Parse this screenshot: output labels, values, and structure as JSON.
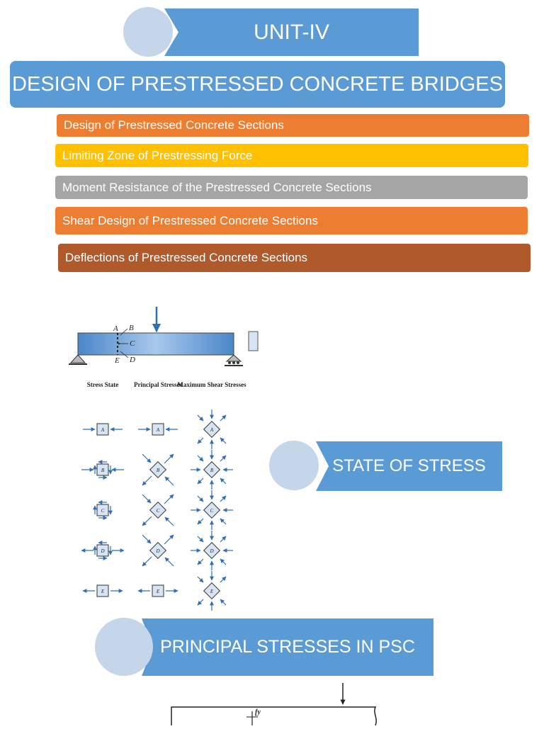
{
  "unit_banner": {
    "label": "UNIT-IV"
  },
  "main_title": {
    "label": "DESIGN OF PRESTRESSED CONCRETE BRIDGES"
  },
  "topics": [
    {
      "label": "Design of Prestressed Concrete Sections",
      "color": "#ed7d31"
    },
    {
      "label": "Limiting Zone of Prestressing Force",
      "color": "#ffc000"
    },
    {
      "label": "Moment Resistance of the Prestressed Concrete Sections",
      "color": "#a5a5a5"
    },
    {
      "label": "Shear Design of Prestressed Concrete Sections",
      "color": "#ed7d31"
    },
    {
      "label": "Deflections of Prestressed Concrete Sections",
      "color": "#b0592a"
    }
  ],
  "stress_figure": {
    "beam_points": {
      "a": "A",
      "b": "B",
      "c": "C",
      "d": "D",
      "e": "E"
    },
    "columns": {
      "stress_state": "Stress State",
      "principal": "Principal Stresses",
      "max_shear": "Maximum Shear Stresses"
    },
    "rows": [
      "A",
      "B",
      "C",
      "D",
      "E"
    ]
  },
  "state_banner": {
    "label": "STATE OF STRESS"
  },
  "principal_banner": {
    "label": "PRINCIPAL STRESSES IN PSC"
  },
  "bottom_figure": {
    "label": "fy"
  },
  "colors": {
    "banner": "#5b9bd5",
    "circle": "#c5d5ea",
    "figure_blue": "#2f6fb8"
  }
}
